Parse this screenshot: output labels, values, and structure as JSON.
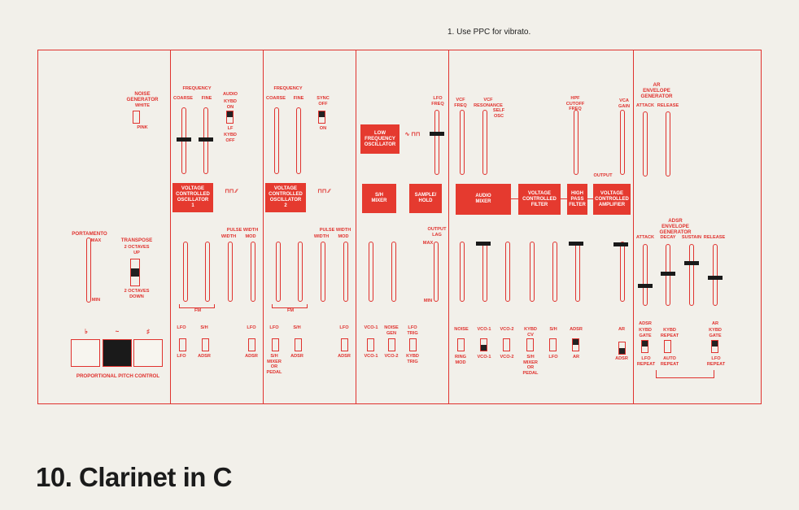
{
  "note": "1. Use PPC for vibrato.",
  "title": "10. Clarinet in C",
  "colors": {
    "accent": "#e0322e",
    "box": "#e53a2f",
    "knob": "#1a1a1a",
    "paper": "#f2f0ea"
  },
  "labels": {
    "noise_gen": "NOISE\nGENERATOR",
    "white": "WHITE",
    "pink": "PINK",
    "portamento": "PORTAMENTO",
    "max": "MAX",
    "min": "MIN",
    "transpose": "TRANSPOSE",
    "up": "2 OCTAVES\nUP",
    "down": "2 OCTAVES\nDOWN",
    "ppc": "PROPORTIONAL PITCH CONTROL",
    "frequency": "FREQUENCY",
    "coarse": "COARSE",
    "fine": "FINE",
    "audio": "AUDIO",
    "kybd_on": "KYBD\nON",
    "lf": "LF",
    "kybd_off": "KYBD\nOFF",
    "sync_off": "SYNC\nOFF",
    "on": "ON",
    "pulse_width": "PULSE WIDTH",
    "width": "WIDTH",
    "mod": "MOD",
    "fm": "FM",
    "lfo": "LFO",
    "sh": "S/H",
    "adsr": "ADSR",
    "sh_mixer_pedal": "S/H\nMIXER\nOR\nPEDAL",
    "lfo_freq": "LFO\nFREQ",
    "output_lag": "OUTPUT\nLAG",
    "vco1": "VCO-1",
    "vco2": "VCO-2",
    "noise_gen_short": "NOISE\nGEN",
    "kybd_trig": "KYBD\nTRIG",
    "lfo_trig": "LFO\nTRIG",
    "vcf_freq": "VCF\nFREQ",
    "vcf_res": "VCF\nRESONANCE",
    "self_osc": "SELF\nOSC",
    "hpf": "HPF\nCUTOFF\nFREQ",
    "vca_gain": "VCA\nGAIN",
    "output": "OUTPUT",
    "noise": "NOISE",
    "ring_mod": "RING\nMOD",
    "kybd_cv": "KYBD\nCV",
    "ar": "AR",
    "ar_env": "AR\nENVELOPE\nGENERATOR",
    "attack": "ATTACK",
    "release": "RELEASE",
    "adsr_env": "ADSR\nENVELOPE\nGENERATOR",
    "decay": "DECAY",
    "sustain": "SUSTAIN",
    "kybd_gate": "KYBD\nGATE",
    "kybd_repeat": "KYBD\nREPEAT",
    "lfo_repeat": "LFO\nREPEAT",
    "auto_repeat": "AUTO\nREPEAT",
    "ar_kybd_gate": "KYBD\nGATE"
  },
  "modules": {
    "vco1": "VOLTAGE\nCONTROLLED\nOSCILLATOR\n1",
    "vco2": "VOLTAGE\nCONTROLLED\nOSCILLATOR\n2",
    "lfo": "LOW\nFREQUENCY\nOSCILLATOR",
    "sh_mixer": "S/H\nMIXER",
    "sample_hold": "SAMPLE/\nHOLD",
    "audio_mixer": "AUDIO\nMIXER",
    "vcf": "VOLTAGE\nCONTROLLED\nFILTER",
    "hpf": "HIGH\nPASS\nFILTER",
    "vca": "VOLTAGE\nCONTROLLED\nAMPLIFIER"
  }
}
